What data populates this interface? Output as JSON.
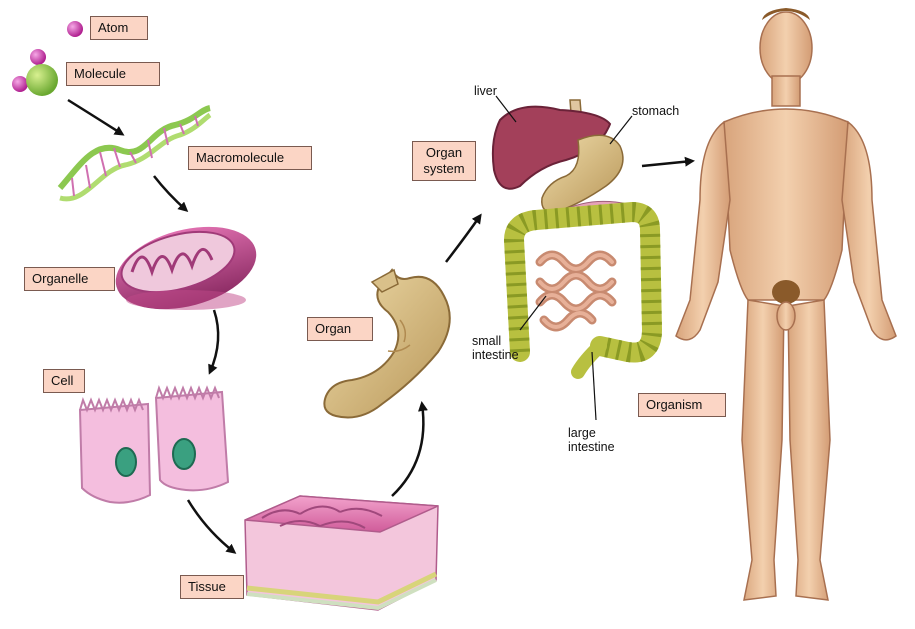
{
  "levels": {
    "atom": "Atom",
    "molecule": "Molecule",
    "macromolecule": "Macromolecule",
    "organelle": "Organelle",
    "cell": "Cell",
    "tissue": "Tissue",
    "organ": "Organ",
    "organ_system_line1": "Organ",
    "organ_system_line2": "system",
    "organism": "Organism"
  },
  "organ_parts": {
    "liver": "liver",
    "stomach": "stomach",
    "small_line1": "small",
    "small_line2": "intestine",
    "large_line1": "large",
    "large_line2": "intestine"
  },
  "colors": {
    "label_fill": "#fbd5c5",
    "atom": "#d040b0",
    "molecule_center": "#a8d850",
    "dna": "#9fd060",
    "organelle": "#c8508e",
    "cell": "#f0b4d8",
    "nucleus": "#3aa080",
    "tissue": "#e880b8",
    "stomach": "#d6c088",
    "liver": "#a04058",
    "intestine": "#b8c040",
    "skin": "#ecc09a"
  }
}
